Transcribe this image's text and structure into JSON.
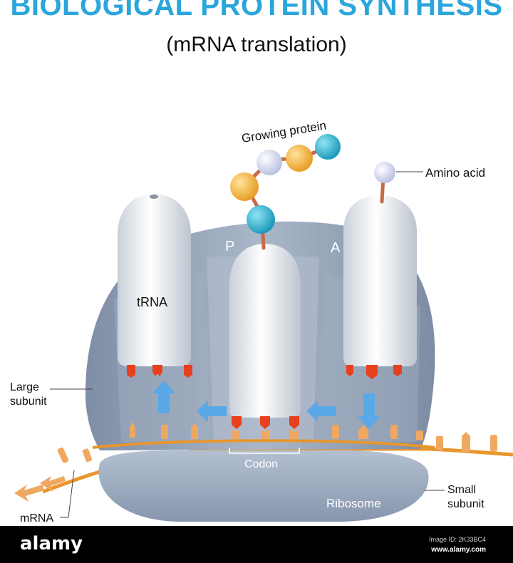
{
  "title": "BIOLOGICAL PROTEIN SYNTHESIS",
  "subtitle": "(mRNA translation)",
  "labels": {
    "growing_protein": "Growing protein",
    "amino_acid": "Amino acid",
    "p_site": "P",
    "a_site": "A",
    "trna": "tRNA",
    "large_subunit_line1": "Large",
    "large_subunit_line2": "subunit",
    "small_subunit_line1": "Small",
    "small_subunit_line2": "subunit",
    "codon": "Codon",
    "mrna": "mRNA",
    "ribosome": "Ribosome"
  },
  "watermark": {
    "text": "alamy",
    "image_id": "Image ID: 2K33BC4",
    "site": "www.alamy.com"
  },
  "colors": {
    "title": "#2aa6dc",
    "ribosome": "#9aa8bc",
    "trna": "#eef1f5",
    "anticodon": "#e8401c",
    "mrna_base": "#f0a860",
    "arrow": "#5aa8e8",
    "amino_orange": "#f2b53a",
    "amino_teal": "#2bb5d3",
    "amino_lavender": "#dcdff2"
  }
}
